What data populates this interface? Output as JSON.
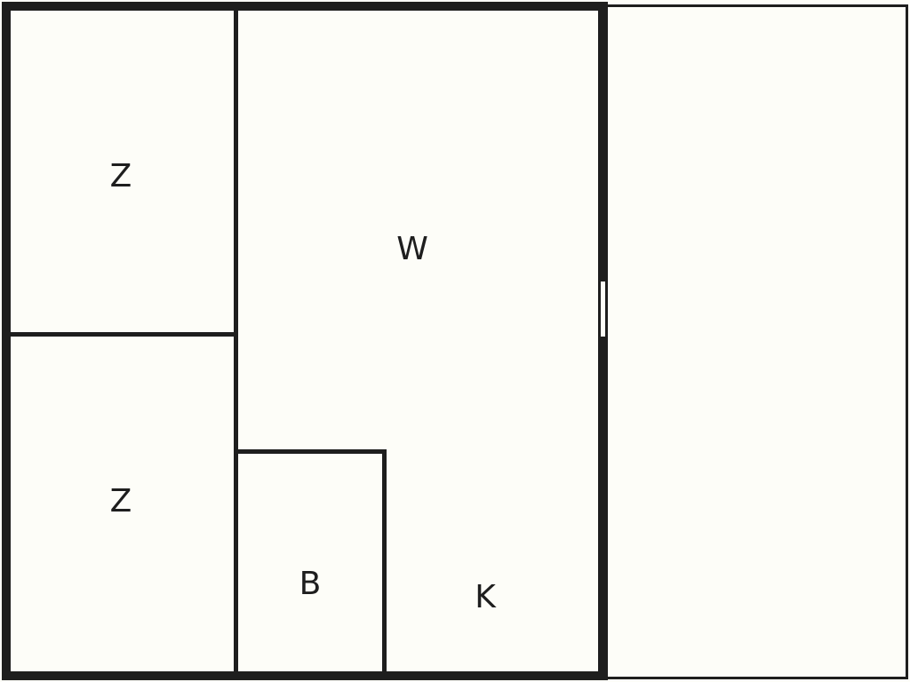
{
  "diagram": {
    "panels": [
      {
        "id": "top-left",
        "label": "Z"
      },
      {
        "id": "bottom-left",
        "label": "Z"
      },
      {
        "id": "center-main",
        "label": "W"
      },
      {
        "id": "center-lower-left",
        "label": "B"
      },
      {
        "id": "center-lower-right",
        "label": "K"
      },
      {
        "id": "right-pane",
        "label": ""
      }
    ]
  },
  "colors": {
    "background": "#fdfdf8",
    "line": "#1e1e1e"
  }
}
